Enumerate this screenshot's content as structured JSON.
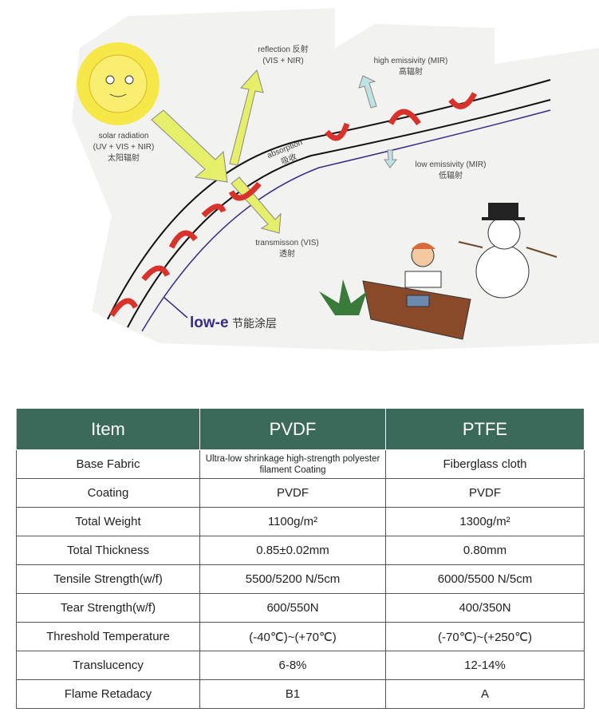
{
  "illustration": {
    "solar": [
      "solar radiation",
      "(UV + VIS + NIR)",
      "太阳辐射"
    ],
    "reflection": [
      "reflection 反射",
      "(VIS + NIR)"
    ],
    "high_emissivity": [
      "high emissivity (MIR)",
      "高辐射"
    ],
    "absorption": [
      "absorption",
      "吸收"
    ],
    "low_emissivity": [
      "low emissivity (MIR)",
      "低辐射"
    ],
    "transmission": [
      "transmisson (VIS)",
      "透射"
    ],
    "lowe_label": "low-e",
    "lowe_cn": "节能涂层"
  },
  "table": {
    "headers": [
      "Item",
      "PVDF",
      "PTFE"
    ],
    "rows": [
      [
        "Base Fabric",
        "Ultra-low shrinkage high-strength polyester filament Coating",
        "Fiberglass cloth"
      ],
      [
        "Coating",
        "PVDF",
        "PVDF"
      ],
      [
        "Total Weight",
        "1100g/m²",
        "1300g/m²"
      ],
      [
        "Total Thickness",
        "0.85±0.02mm",
        "0.80mm"
      ],
      [
        "Tensile Strength(w/f)",
        "5500/5200 N/5cm",
        "6000/5500 N/5cm"
      ],
      [
        "Tear Strength(w/f)",
        "600/550N",
        "400/350N"
      ],
      [
        "Threshold Temperature",
        "(-40℃)~(+70℃)",
        "(-70℃)~(+250℃)"
      ],
      [
        "Translucency",
        "6-8%",
        "12-14%"
      ],
      [
        "Flame Retadacy",
        "B1",
        "A"
      ]
    ]
  },
  "colors": {
    "header": "#3b6a5a",
    "arrow_red": "#d8322a",
    "arrow_yellow": "#e6ef6a",
    "sun": "#f5e23a"
  }
}
